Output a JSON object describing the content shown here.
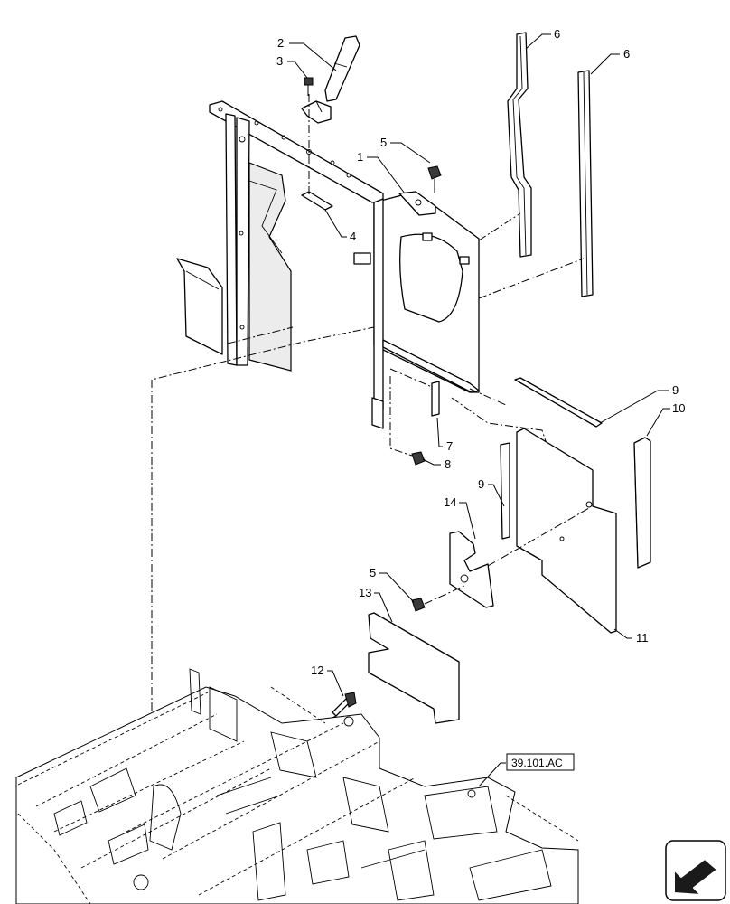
{
  "callouts": [
    {
      "id": "c2",
      "text": "2"
    },
    {
      "id": "c3",
      "text": "3"
    },
    {
      "id": "c6a",
      "text": "6"
    },
    {
      "id": "c6b",
      "text": "6"
    },
    {
      "id": "c5a",
      "text": "5"
    },
    {
      "id": "c1",
      "text": "1"
    },
    {
      "id": "c4",
      "text": "4"
    },
    {
      "id": "c9a",
      "text": "9"
    },
    {
      "id": "c10",
      "text": "10"
    },
    {
      "id": "c7",
      "text": "7"
    },
    {
      "id": "c8",
      "text": "8"
    },
    {
      "id": "c9b",
      "text": "9"
    },
    {
      "id": "c14",
      "text": "14"
    },
    {
      "id": "c5b",
      "text": "5"
    },
    {
      "id": "c13",
      "text": "13"
    },
    {
      "id": "c11",
      "text": "11"
    },
    {
      "id": "c12",
      "text": "12"
    }
  ],
  "reference": {
    "label": "39.101.AC"
  },
  "nav_icon": "next-page-arrow-icon"
}
